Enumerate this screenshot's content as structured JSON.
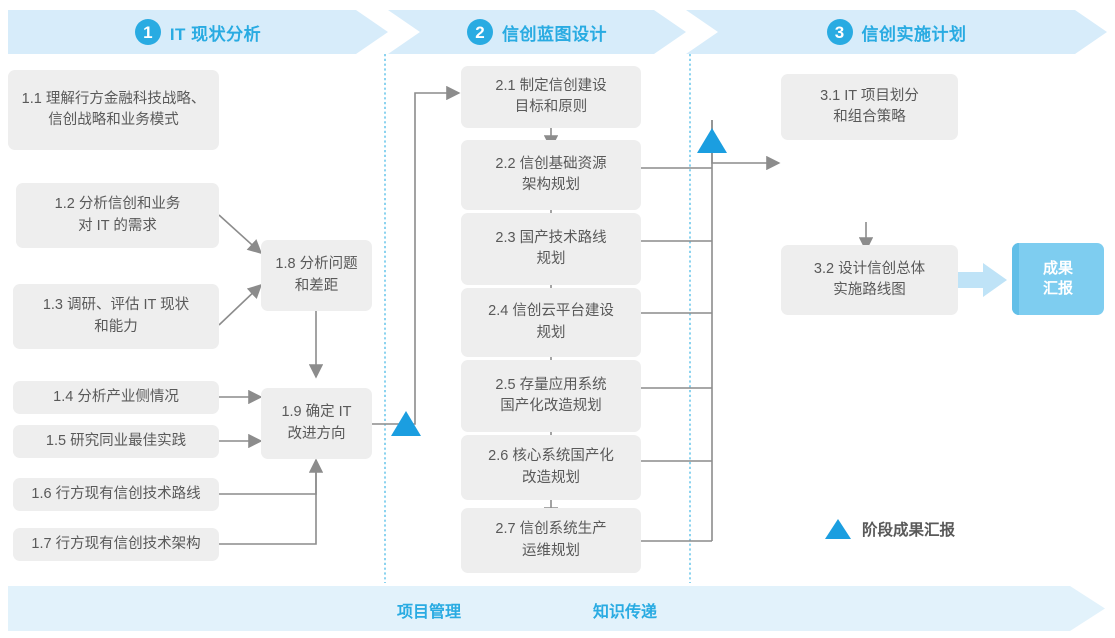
{
  "phases": [
    {
      "num": "1",
      "label": "IT 现状分析"
    },
    {
      "num": "2",
      "label": "信创蓝图设计"
    },
    {
      "num": "3",
      "label": "信创实施计划"
    }
  ],
  "phase1_tasks": [
    {
      "id": "1.1",
      "text": "1.1 理解行方金融科技战略、\n信创战略和业务模式"
    },
    {
      "id": "1.2",
      "text": "1.2 分析信创和业务\n对 IT 的需求"
    },
    {
      "id": "1.3",
      "text": "1.3 调研、评估 IT 现状\n和能力"
    },
    {
      "id": "1.4",
      "text": "1.4 分析产业侧情况"
    },
    {
      "id": "1.5",
      "text": "1.5 研究同业最佳实践"
    },
    {
      "id": "1.6",
      "text": "1.6 行方现有信创技术路线"
    },
    {
      "id": "1.7",
      "text": "1.7 行方现有信创技术架构"
    },
    {
      "id": "1.8",
      "text": "1.8 分析问题\n和差距"
    },
    {
      "id": "1.9",
      "text": "1.9 确定 IT\n改进方向"
    }
  ],
  "phase2_tasks": [
    {
      "id": "2.1",
      "text": "2.1 制定信创建设\n目标和原则"
    },
    {
      "id": "2.2",
      "text": "2.2 信创基础资源\n架构规划"
    },
    {
      "id": "2.3",
      "text": "2.3 国产技术路线\n规划"
    },
    {
      "id": "2.4",
      "text": "2.4 信创云平台建设\n规划"
    },
    {
      "id": "2.5",
      "text": "2.5 存量应用系统\n国产化改造规划"
    },
    {
      "id": "2.6",
      "text": "2.6 核心系统国产化\n改造规划"
    },
    {
      "id": "2.7",
      "text": "2.7 信创系统生产\n运维规划"
    }
  ],
  "phase3_tasks": [
    {
      "id": "3.1",
      "text": "3.1 IT 项目划分\n和组合策略"
    },
    {
      "id": "3.2",
      "text": "3.2 设计信创总体\n实施路线图"
    }
  ],
  "result": {
    "text": "成果\n汇报"
  },
  "legend": {
    "icon": "triangle-up-icon",
    "text": "阶段成果汇报"
  },
  "footer": {
    "labels": [
      "项目管理",
      "知识传递"
    ]
  },
  "colors": {
    "accent": "#29abe2",
    "banner_bg": "#d7ecfa",
    "footer_bg": "#e2f2fb",
    "box_bg": "#eeeeee",
    "box_text": "#595959",
    "result_bg": "#7ecdf0",
    "milestone": "#1b9ee0",
    "connector": "#8c8c8c",
    "divider": "#5bc0e8"
  }
}
